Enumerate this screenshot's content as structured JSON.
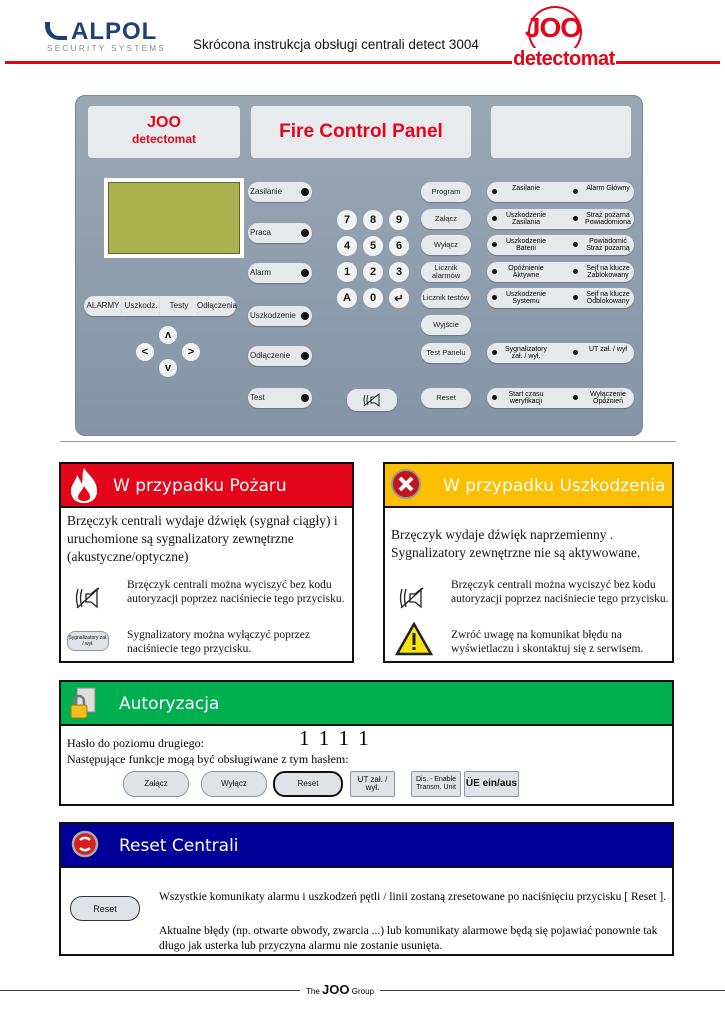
{
  "header": {
    "logo_left": "ALPOL",
    "logo_left_sub": "SECURITY SYSTEMS",
    "title": "Skrócona instrukcja obsługi centrali detect 3004",
    "logo_right": "JOO",
    "logo_right_sub": "detectomat"
  },
  "panel": {
    "title": "Fire Control Panel",
    "brand": "JOO",
    "brand_sub": "detectomat",
    "status_leds": [
      "Zasilanie",
      "Praca",
      "Alarm",
      "Uszkodzenie",
      "Odłączenie",
      "Test"
    ],
    "menu_buttons": [
      "ALARMY",
      "Uszkodz.",
      "Testy",
      "Odłączenia"
    ],
    "arrows": [
      "ʌ",
      "<",
      ">",
      "v"
    ],
    "keypad": [
      "7",
      "8",
      "9",
      "4",
      "5",
      "6",
      "1",
      "2",
      "3",
      "A",
      "0",
      "↵"
    ],
    "function_buttons": [
      "Program",
      "Załącz",
      "Wyłącz",
      "Licznik alarmów",
      "Licznik testów",
      "Wyjście",
      "Test Panelu",
      "Reset"
    ],
    "indicator_rows": [
      {
        "left": "Zasilanie",
        "right": "Alarm Główny"
      },
      {
        "left": "Uszkodzenie Zasilania",
        "right": "Straż pożarna Powiadomiona"
      },
      {
        "left": "Uszkodzenie Baterii",
        "right": "Powiadomić Straż pożarną"
      },
      {
        "left": "Opóźnienie Aktywne",
        "right": "Sejf na klucze Zablokowany"
      },
      {
        "left": "Uszkodzenie Systemu",
        "right": "Sejf na klucze Odblokowany"
      },
      {
        "left": "Sygnalizatory zał. / wył.",
        "right": "UT zał. / wył"
      },
      {
        "left": "Start czasu weryfikacji",
        "right": "Wyłączenie Opóźnień"
      }
    ]
  },
  "fire": {
    "title": "W przypadku Pożaru",
    "color": "#e3061a",
    "intro": "Brzęczyk centrali wydaje dźwięk (sygnał ciągły) i uruchomione są sygnalizatory zewnętrzne (akustyczne/optyczne)",
    "item1": "Brzęczyk centrali można wyciszyć bez kodu autoryzacji poprzez naciśniecie tego przycisku.",
    "item2_button": "Sygnalizatory zał. / wył.",
    "item2": "Sygnalizatory można wyłączyć poprzez naciśniecie tego przycisku."
  },
  "fault": {
    "title": "W przypadku Uszkodzenia",
    "color": "#fbbf00",
    "intro": "Brzęczyk wydaje dźwięk naprzemienny . Sygnalizatory zewnętrzne nie są aktywowane.",
    "item1": "Brzęczyk centrali można wyciszyć bez kodu autoryzacji poprzez naciśniecie tego przycisku.",
    "item2": "Zwróć uwagę na komunikat błędu na wyświetlaczu i skontaktuj się z serwisem."
  },
  "auth": {
    "title": "Autoryzacja",
    "color": "#00b050",
    "password_label": "Hasło do poziomu drugiego:",
    "password": "1 1 1 1",
    "functions_label": "Następujące funkcje mogą być obsługiwane z tym hasłem:",
    "buttons": [
      "Załącz",
      "Wyłącz",
      "Reset",
      "UT zał. / wył.",
      "Dis. - Enable Transm. Unit",
      "ÜE ein/aus"
    ]
  },
  "reset": {
    "title": "Reset Centrali",
    "color": "#000099",
    "button": "Reset",
    "text1": "Wszystkie komunikaty alarmu i uszkodzeń pętli / linii zostaną zresetowane po naciśnięciu przycisku [ Reset ].",
    "text2": "Aktualne błędy (np. otwarte obwody, zwarcia ...) lub komunikaty alarmowe będą się pojawiać ponownie tak długo jak usterka lub przyczyna alarmu nie zostanie usunięta."
  },
  "footer": {
    "pre": "The",
    "brand": "JOO",
    "post": "Group"
  }
}
